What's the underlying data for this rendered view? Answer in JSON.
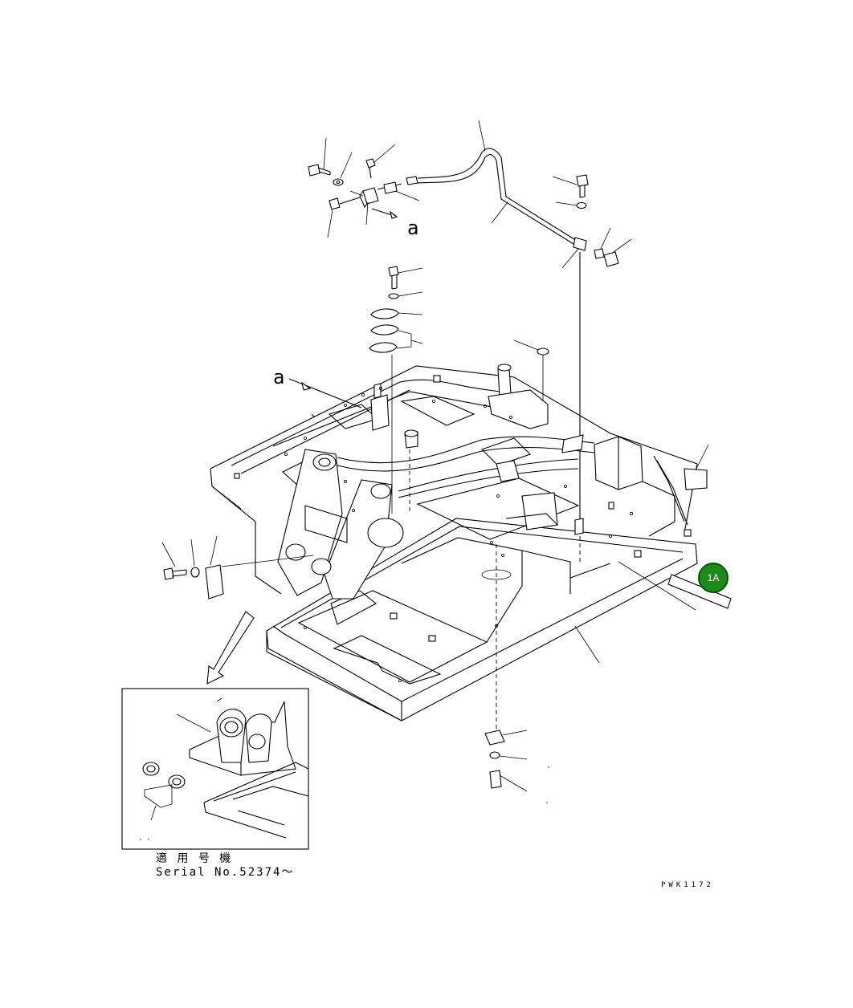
{
  "diagram": {
    "view_label_top": "a",
    "view_label_main": "a",
    "badge_label": "1A",
    "badge_color": "#1c8a1c",
    "serial_heading": "適 用 号 機",
    "serial_number": "Serial No.52374～",
    "drawing_code": "PWK1172"
  }
}
